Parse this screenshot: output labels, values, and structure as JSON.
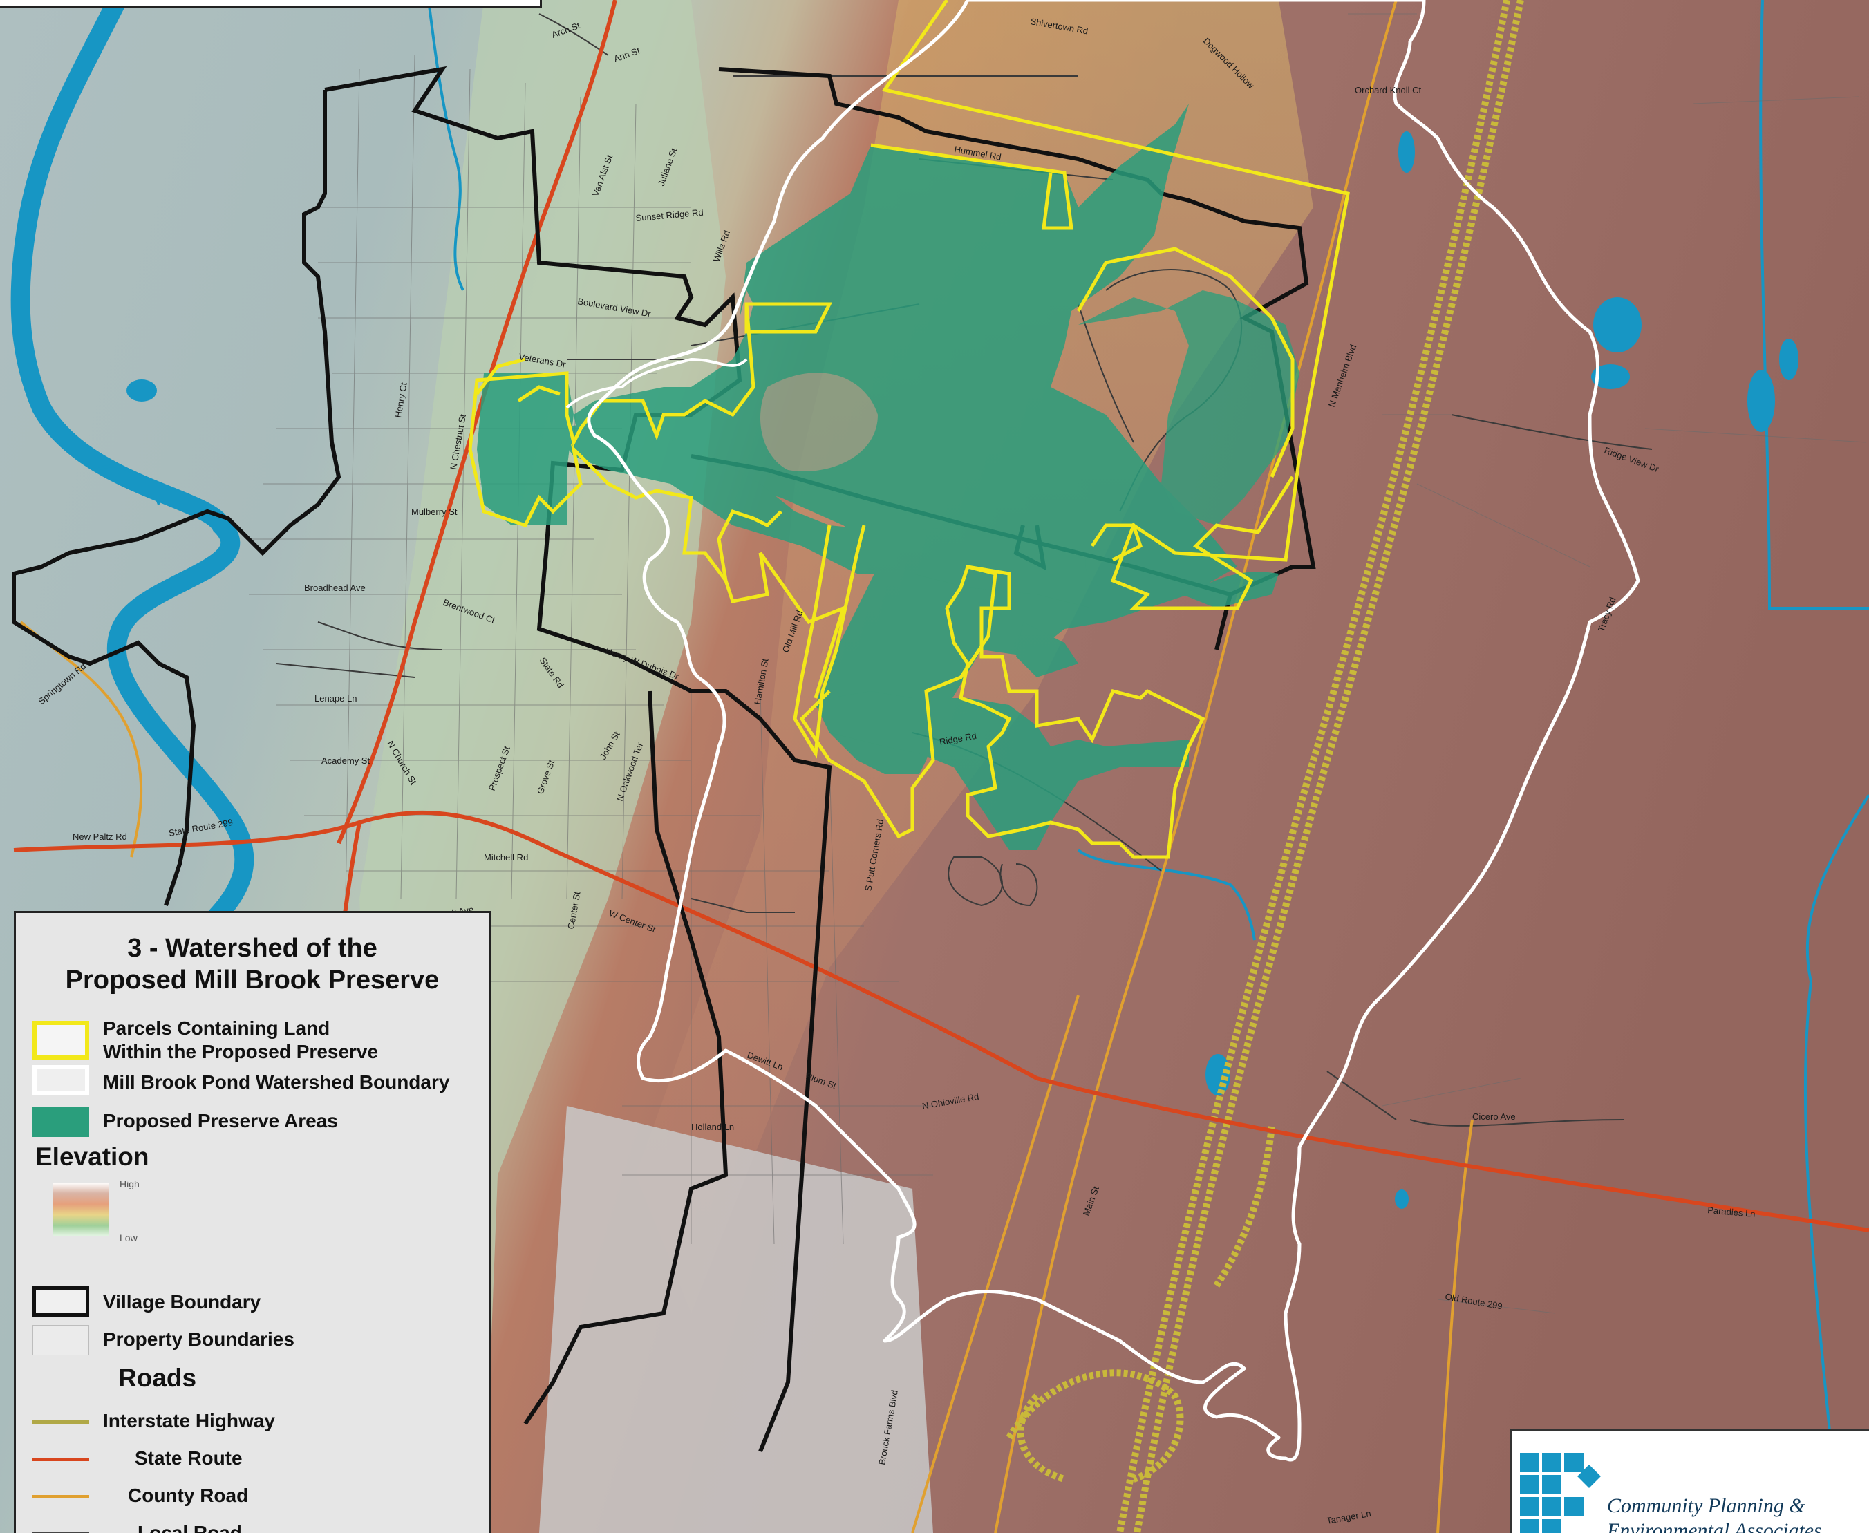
{
  "legend": {
    "title_line1": "3 - Watershed of the",
    "title_line2": "Proposed Mill Brook Preserve",
    "parcels_line1": "Parcels Containing Land",
    "parcels_line2": "Within the Proposed Preserve",
    "watershed": "Mill Brook Pond Watershed Boundary",
    "preserve": "Proposed Preserve Areas",
    "elevation_heading": "Elevation",
    "elevation_high": "High",
    "elevation_low": "Low",
    "village_boundary": "Village Boundary",
    "property_boundaries": "Property Boundaries",
    "roads_heading": "Roads",
    "interstate": "Interstate Highway",
    "state_route": "State Route",
    "county_road": "County Road",
    "local_road": "Local Road"
  },
  "logo": {
    "line1": "Community Planning &",
    "line2": "Environmental Associates"
  },
  "colors": {
    "parcel_outline": "#f2e81a",
    "watershed_outline": "#ffffff",
    "preserve_fill": "#2a9e7c",
    "village_boundary": "#111111",
    "interstate": "#9a9a4a",
    "state_route": "#d8461e",
    "county_road": "#e0a030",
    "local_road": "#444444",
    "water": "#1796c4"
  },
  "road_labels": [
    "Arch St",
    "Ann St",
    "Van Alst St",
    "Juliane St",
    "Sunset Ridge Rd",
    "Wills Rd",
    "Hummel Rd",
    "Shivertown Rd",
    "Orchard Knoll Ct",
    "Dogwood Hollow",
    "Boulevard View Dr",
    "Veterans Dr",
    "Henry Ct",
    "N Chestnut St",
    "Mulberry St",
    "Broadhead Ave",
    "Brentwood Ct",
    "Henry W Dubois Dr",
    "State Rd",
    "Lenape Ln",
    "Academy St",
    "Springtown Rd",
    "New Paltz Rd",
    "State Route 299",
    "N Church St",
    "Prospect St",
    "Grove St",
    "John St",
    "N Oakwood Ter",
    "Mitchell Rd",
    "Hasbrouck Ave",
    "W Center St",
    "Center St",
    "Ridge Rd",
    "Old Mill Rd",
    "Hamilton St",
    "N Manheim Blvd",
    "Ridge View Dr",
    "Tracy Rd",
    "N Ohioville Rd",
    "Plum St",
    "Holland Ln",
    "Cicero Ave",
    "Paradies Ln",
    "Old Route 299",
    "Main St",
    "Brouck Farms Blvd",
    "Tanager Ln",
    "S Putt Corners Rd",
    "Dewitt Ln"
  ]
}
